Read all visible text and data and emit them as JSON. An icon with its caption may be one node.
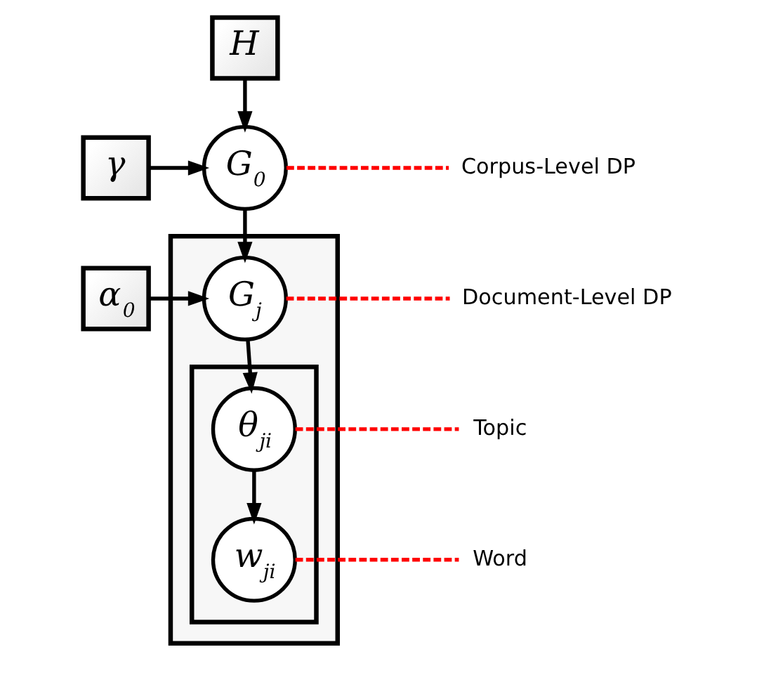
{
  "diagram": {
    "nodes": [
      {
        "text": [
          "H"
        ]
      },
      {
        "text": [
          "γ"
        ]
      },
      {
        "text": [
          "G$_{0}$"
        ]
      },
      {
        "text": [],
        "shape": "box"
      },
      {
        "text": [
          "α$_{0}$"
        ]
      },
      {
        "text": [
          "G$_{j}$"
        ],
        "in": 3
      },
      {
        "text": [],
        "shape": "box",
        "in": 3
      },
      {
        "text": [
          "θ$_{ji}$"
        ],
        "in": 6
      },
      {
        "text": [
          "w$_{ji}$"
        ],
        "in": 6
      },
      {
        "text": [
          "Corpus-Level DP"
        ]
      },
      {
        "text": [
          "Document-Level DP"
        ]
      },
      {
        "text": [
          "Topic"
        ]
      },
      {
        "text": [
          "Word"
        ]
      }
    ],
    "edges": [
      {
        "from": 0,
        "to": 2,
        "arrow": "to"
      },
      {
        "from": 1,
        "to": 2,
        "arrow": "to"
      },
      {
        "from": 2,
        "to": 5,
        "arrow": "to"
      },
      {
        "from": 4,
        "to": 5,
        "arrow": "to"
      },
      {
        "from": 5,
        "to": 7,
        "arrow": "to"
      },
      {
        "from": 7,
        "to": 8,
        "arrow": "to"
      },
      {
        "from": 2,
        "to": 9,
        "arrow": "none",
        "style": "dashed",
        "color": "#ff0000"
      },
      {
        "from": 5,
        "to": 10,
        "arrow": "none",
        "style": "dashed",
        "color": "#ff0000"
      },
      {
        "from": 7,
        "to": 11,
        "arrow": "none",
        "style": "dashed",
        "color": "#ff0000"
      },
      {
        "from": 8,
        "to": 12,
        "arrow": "none",
        "style": "dashed",
        "color": "#ff0000"
      }
    ]
  }
}
